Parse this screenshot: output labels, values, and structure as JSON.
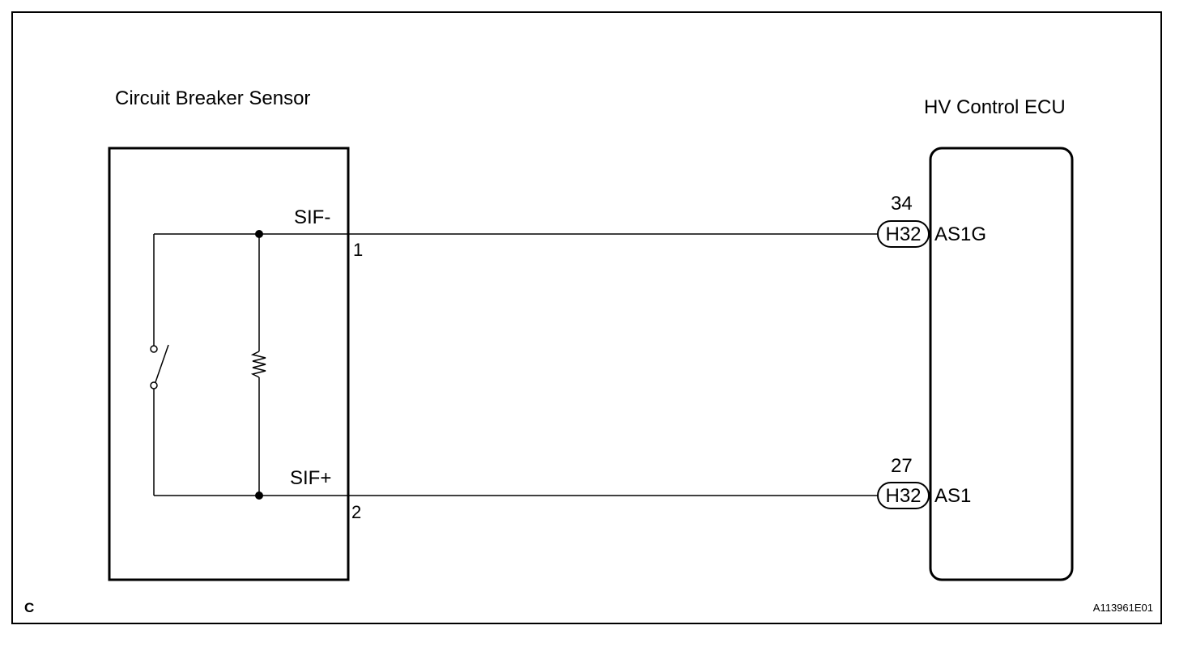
{
  "diagram": {
    "sensor": {
      "title": "Circuit Breaker Sensor",
      "pins": [
        {
          "signal": "SIF-",
          "number": "1"
        },
        {
          "signal": "SIF+",
          "number": "2"
        }
      ]
    },
    "ecu": {
      "title": "HV Control ECU",
      "pins": [
        {
          "terminal": "34",
          "connector": "H32",
          "signal": "AS1G"
        },
        {
          "terminal": "27",
          "connector": "H32",
          "signal": "AS1"
        }
      ]
    },
    "corner_code": "C",
    "figure_id": "A113961E01"
  }
}
